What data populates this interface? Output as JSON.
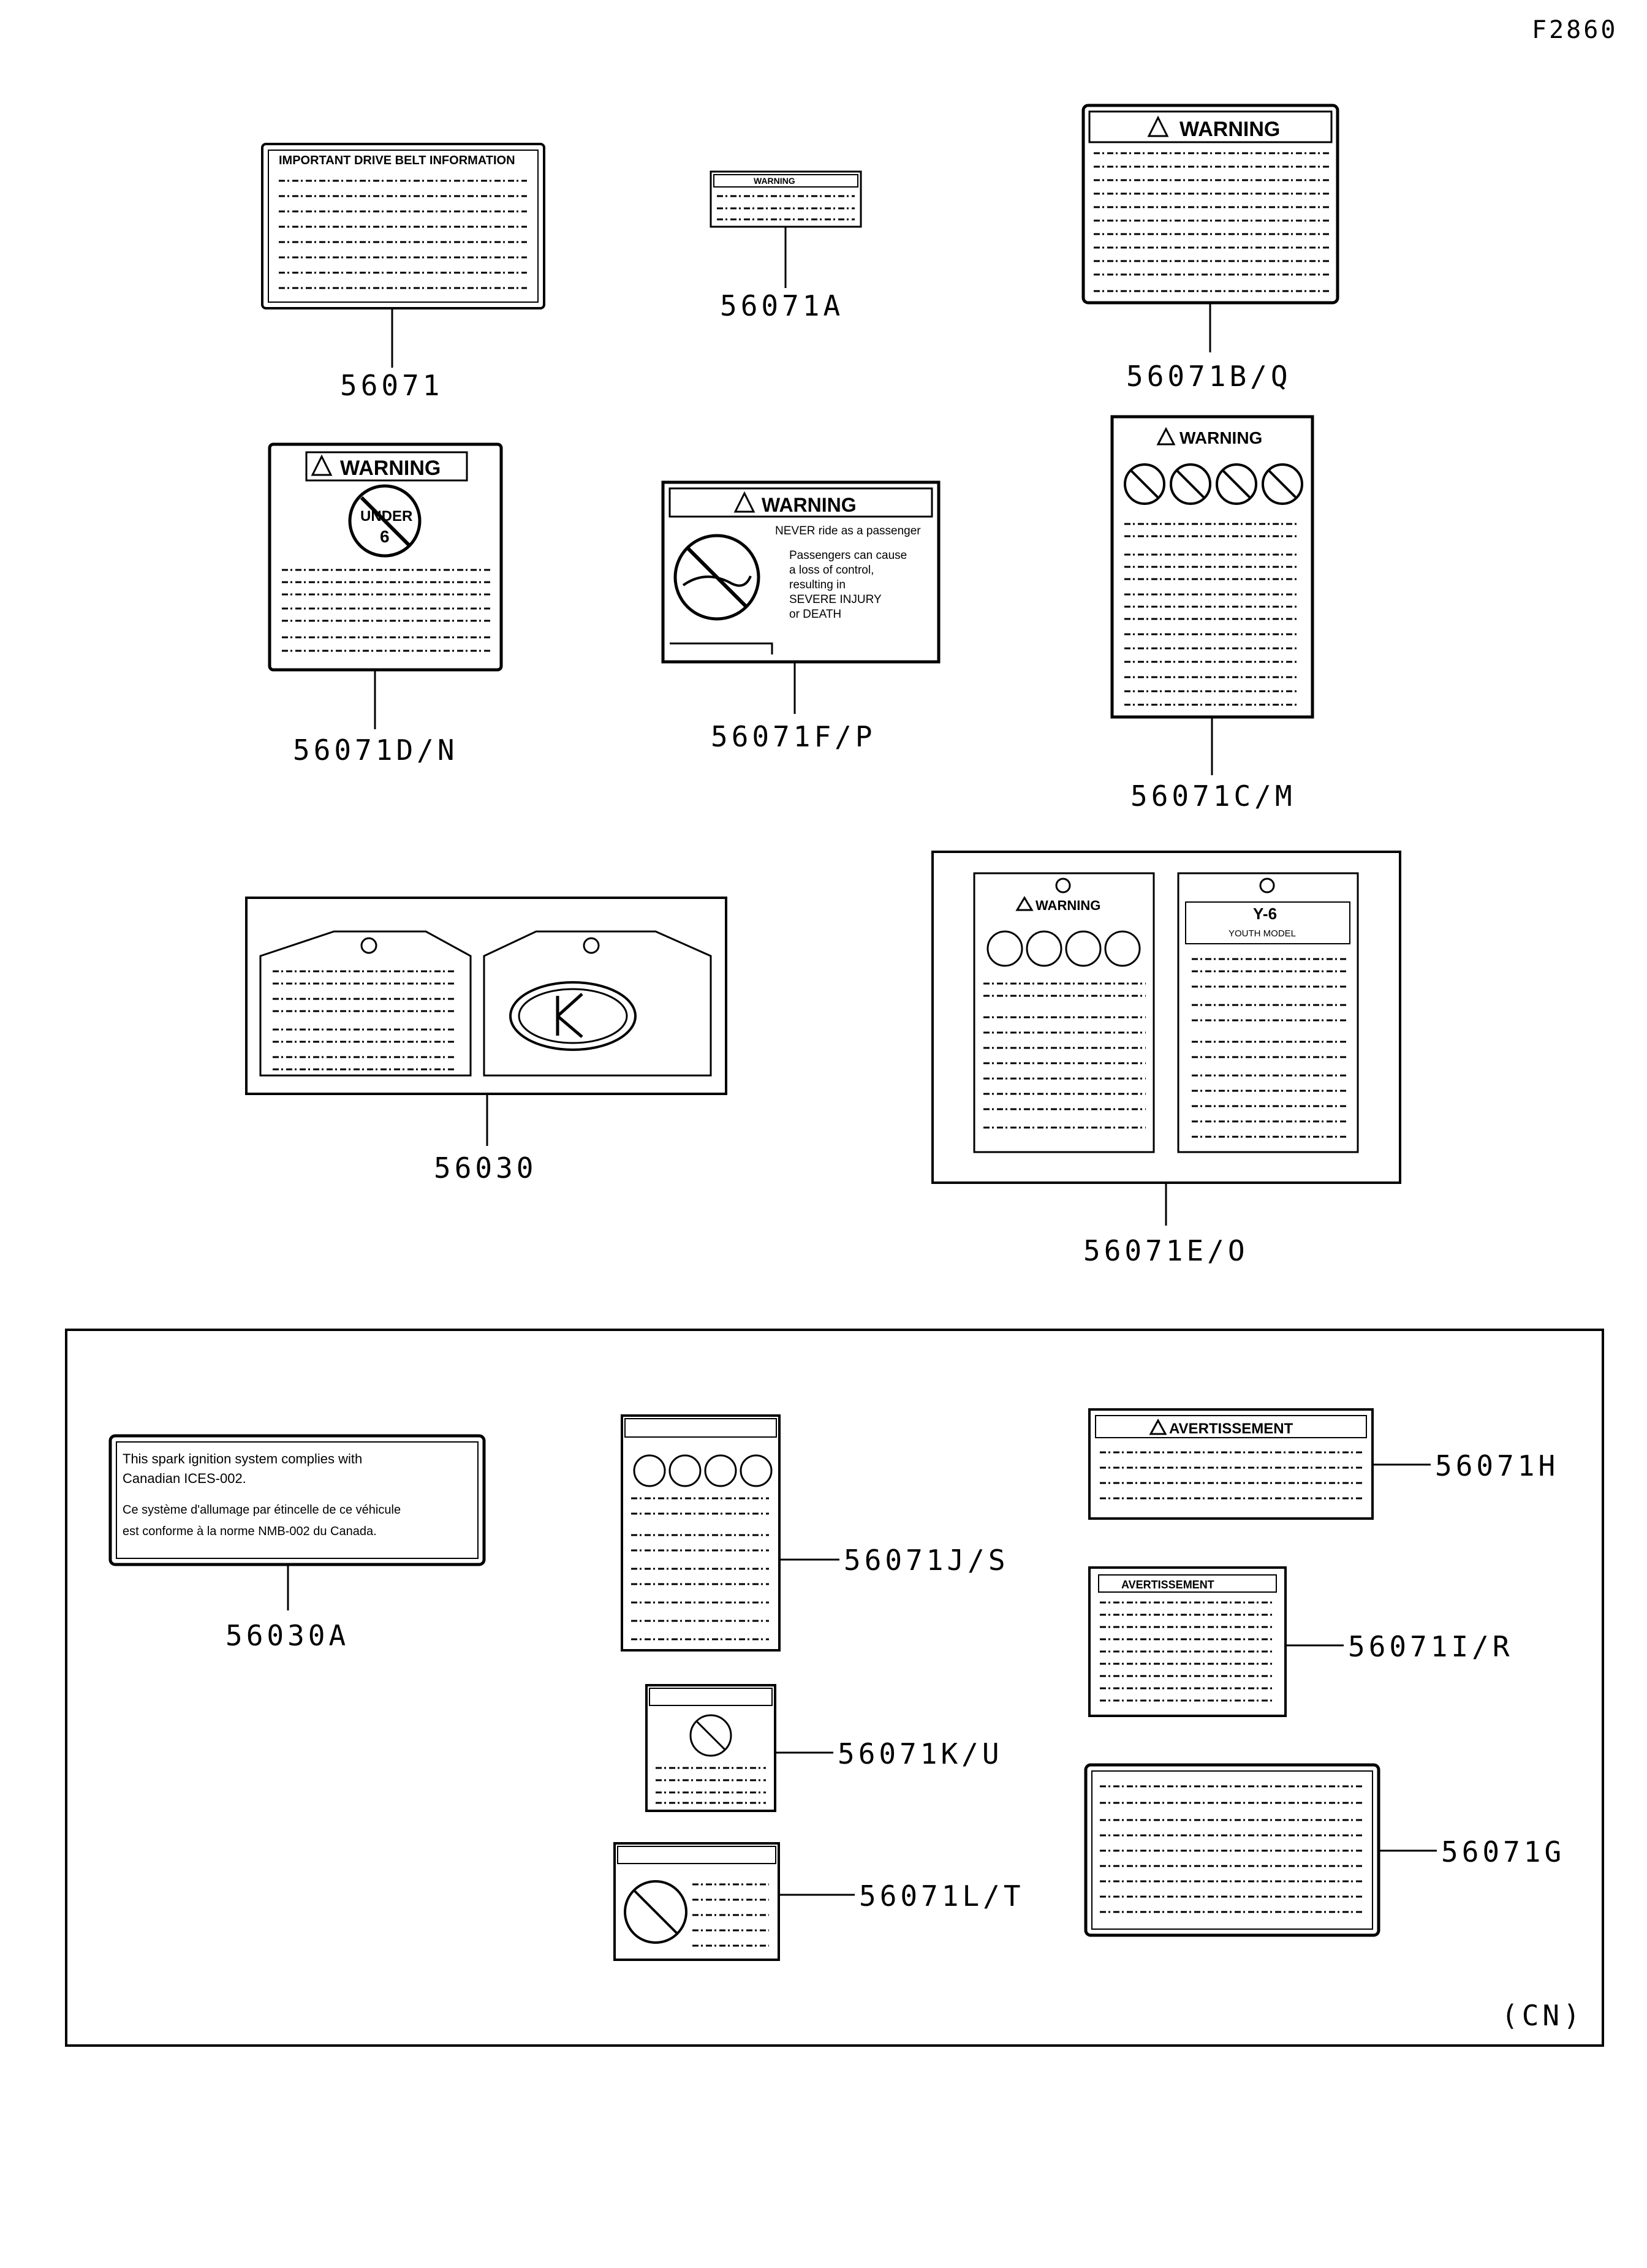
{
  "figure_id": "F2860",
  "region_tag": "(CN)",
  "part_numbers": {
    "p56071": "56071",
    "p56071A": "56071A",
    "p56071BQ": "56071B/Q",
    "p56071DN": "56071D/N",
    "p56071FP": "56071F/P",
    "p56071CM": "56071C/M",
    "p56030": "56030",
    "p56071EO": "56071E/O",
    "p56030A": "56030A",
    "p56071JS": "56071J/S",
    "p56071H": "56071H",
    "p56071IR": "56071I/R",
    "p56071KU": "56071K/U",
    "p56071LT": "56071L/T",
    "p56071G": "56071G"
  },
  "label_text": {
    "drive_belt_title": "IMPORTANT DRIVE BELT INFORMATION",
    "warning": "WARNING",
    "under": "UNDER",
    "under_age": "6",
    "never_passenger": "NEVER ride as a passenger",
    "passengers_text_1": "Passengers can cause",
    "passengers_text_2": "a loss of control,",
    "passengers_text_3": "resulting in",
    "passengers_text_4": "SEVERE INJURY",
    "passengers_text_5": "or DEATH",
    "youth_title": "Y-6",
    "youth_model": "YOUTH MODEL",
    "avertissement": "AVERTISSEMENT",
    "ces_line_1": "This spark ignition system complies with",
    "ces_line_2": "Canadian ICES-002.",
    "ces_line_3": "Ce système d'allumage par étincelle de ce véhicule",
    "ces_line_4": "est conforme à la norme NMB-002 du Canada."
  },
  "colors": {
    "line": "#000000",
    "background": "#ffffff"
  }
}
